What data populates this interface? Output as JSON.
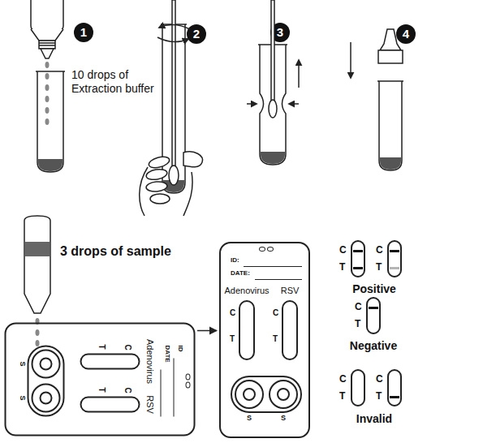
{
  "diagram": {
    "nodes": [
      {
        "text": [
          "ID",
          "DATE"
        ]
      },
      {
        "text": [
          "Adenovirus",
          "C",
          "T"
        ],
        "in": 0
      },
      {
        "text": [
          "RSV",
          "C",
          "T"
        ],
        "in": 0
      },
      {
        "text": [
          "S"
        ],
        "in": 0
      },
      {
        "text": [
          "S"
        ],
        "in": 0
      },
      {
        "text": [
          "ID:",
          "DATE:"
        ]
      },
      {
        "text": [
          "Adenovirus",
          "C",
          "T"
        ],
        "in": 5
      },
      {
        "text": [
          "RSV",
          "C",
          "T"
        ],
        "in": 5
      },
      {
        "text": [
          "S"
        ],
        "in": 5
      },
      {
        "text": [
          "S"
        ],
        "in": 5
      },
      {
        "text": [
          "C",
          "T"
        ]
      },
      {
        "text": [
          "C",
          "T"
        ]
      },
      {
        "text": [
          "C",
          "T"
        ]
      },
      {
        "text": [
          "C",
          "T"
        ]
      },
      {
        "text": [
          "C",
          "T"
        ]
      }
    ],
    "edges": [
      {
        "from": 0,
        "to": 5,
        "arrow": "to"
      }
    ],
    "labels": [
      "1",
      "10 drops of Extraction buffer",
      "2",
      "3",
      "4",
      "3 drops of sample",
      "Positive",
      "Negative",
      "Invalid"
    ]
  }
}
